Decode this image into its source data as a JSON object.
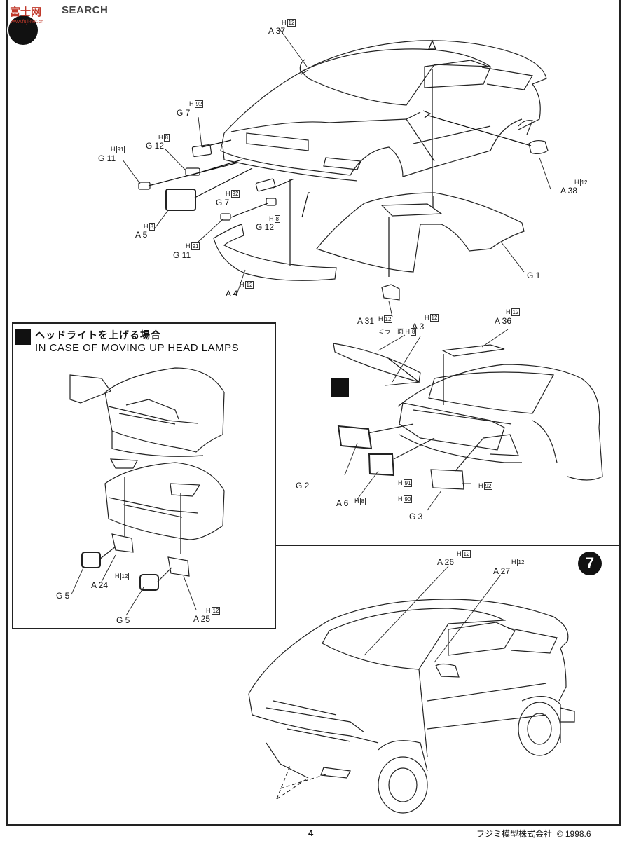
{
  "watermark": {
    "brand": "富士网",
    "search": "SEARCH",
    "sub": "www.fuji-net.cn"
  },
  "inset": {
    "heading_jp": "ヘッドライトを上げる場合",
    "heading_en": "IN CASE OF MOVING UP HEAD LAMPS"
  },
  "step_number": "7",
  "part_labels": [
    {
      "id": "A 37",
      "h": "12"
    },
    {
      "id": "G 7",
      "h": "92"
    },
    {
      "id": "G 12",
      "h": "8"
    },
    {
      "id": "G 11",
      "h": "91"
    },
    {
      "id": "A 5",
      "h": "8"
    },
    {
      "id": "G 7",
      "h": "92"
    },
    {
      "id": "G 12",
      "h": "8"
    },
    {
      "id": "G 11",
      "h": "91"
    },
    {
      "id": "A 4",
      "h": "12"
    },
    {
      "id": "A 38",
      "h": "12"
    },
    {
      "id": "G 1",
      "h": ""
    },
    {
      "id": "A 31",
      "h": "12"
    },
    {
      "id": "A 3",
      "h": "12"
    },
    {
      "id": "A 36",
      "h": "12"
    },
    {
      "id": "G 2",
      "h": ""
    },
    {
      "id": "A 6",
      "h": "8"
    },
    {
      "id": "G 3",
      "h": ""
    },
    {
      "id": "G 5",
      "h": ""
    },
    {
      "id": "A 24",
      "h": "12"
    },
    {
      "id": "G 5",
      "h": ""
    },
    {
      "id": "A 25",
      "h": "12"
    },
    {
      "id": "A 26",
      "h": "12"
    },
    {
      "id": "A 27",
      "h": "12"
    }
  ],
  "mirror_note": {
    "text": "ミラー面",
    "h": "8"
  },
  "g3_colors": {
    "left": "91",
    "right": "92",
    "lower": "90"
  },
  "footer": {
    "page": "4",
    "company": "フジミ模型株式会社",
    "copyright": "© 1998.6"
  }
}
